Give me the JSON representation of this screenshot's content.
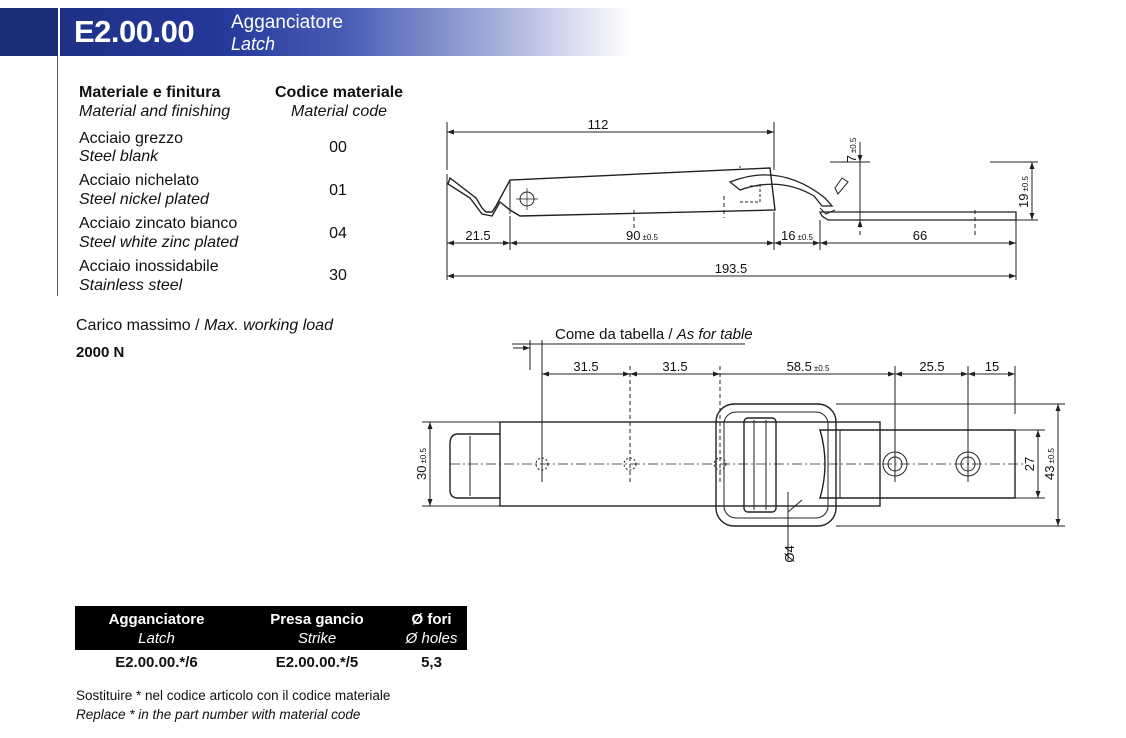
{
  "header": {
    "code": "E2.00.00",
    "title_it": "Agganciatore",
    "title_en": "Latch"
  },
  "materials_table": {
    "col1_header_it": "Materiale e finitura",
    "col1_header_en": "Material and finishing",
    "col2_header_it": "Codice materiale",
    "col2_header_en": "Material code",
    "rows": [
      {
        "it": "Acciaio grezzo",
        "en": "Steel blank",
        "code": "00"
      },
      {
        "it": "Acciaio nichelato",
        "en": "Steel nickel plated",
        "code": "01"
      },
      {
        "it": "Acciaio zincato bianco",
        "en": "Steel white zinc plated",
        "code": "04"
      },
      {
        "it": "Acciaio inossidabile",
        "en": "Stainless steel",
        "code": "30"
      }
    ]
  },
  "load": {
    "label_it": "Carico massimo / ",
    "label_en": "Max. working load",
    "value": "2000 N"
  },
  "side_view": {
    "dim_total_top": "112",
    "dim_hook_height": "7",
    "dim_hook_tol": "±0.5",
    "dim_height": "19",
    "dim_height_tol": "±0.5",
    "dim_a": "21.5",
    "dim_b": "90",
    "dim_b_tol": "±0.5",
    "dim_c": "16",
    "dim_c_tol": "±0.5",
    "dim_d": "66",
    "dim_overall": "193.5"
  },
  "top_view": {
    "note_it": "Come da tabella / ",
    "note_en": "As for table",
    "dim_1": "31.5",
    "dim_2": "31.5",
    "dim_3": "58.5",
    "dim_3_tol": "±0.5",
    "dim_4": "25.5",
    "dim_5": "15",
    "dim_width": "30",
    "dim_width_tol": "±0.5",
    "dim_strike": "27",
    "dim_total_width": "43",
    "dim_total_width_tol": "±0.5",
    "dim_hole": "Ø4"
  },
  "parts_table": {
    "headers": [
      {
        "it": "Agganciatore",
        "en": "Latch"
      },
      {
        "it": "Presa gancio",
        "en": "Strike"
      },
      {
        "it": "Ø fori",
        "en": "Ø holes"
      }
    ],
    "row": [
      "E2.00.00.*/6",
      "E2.00.00.*/5",
      "5,3"
    ]
  },
  "note": {
    "it": "Sostituire * nel codice articolo con il codice materiale",
    "en": "Replace * in the part number with material code"
  }
}
